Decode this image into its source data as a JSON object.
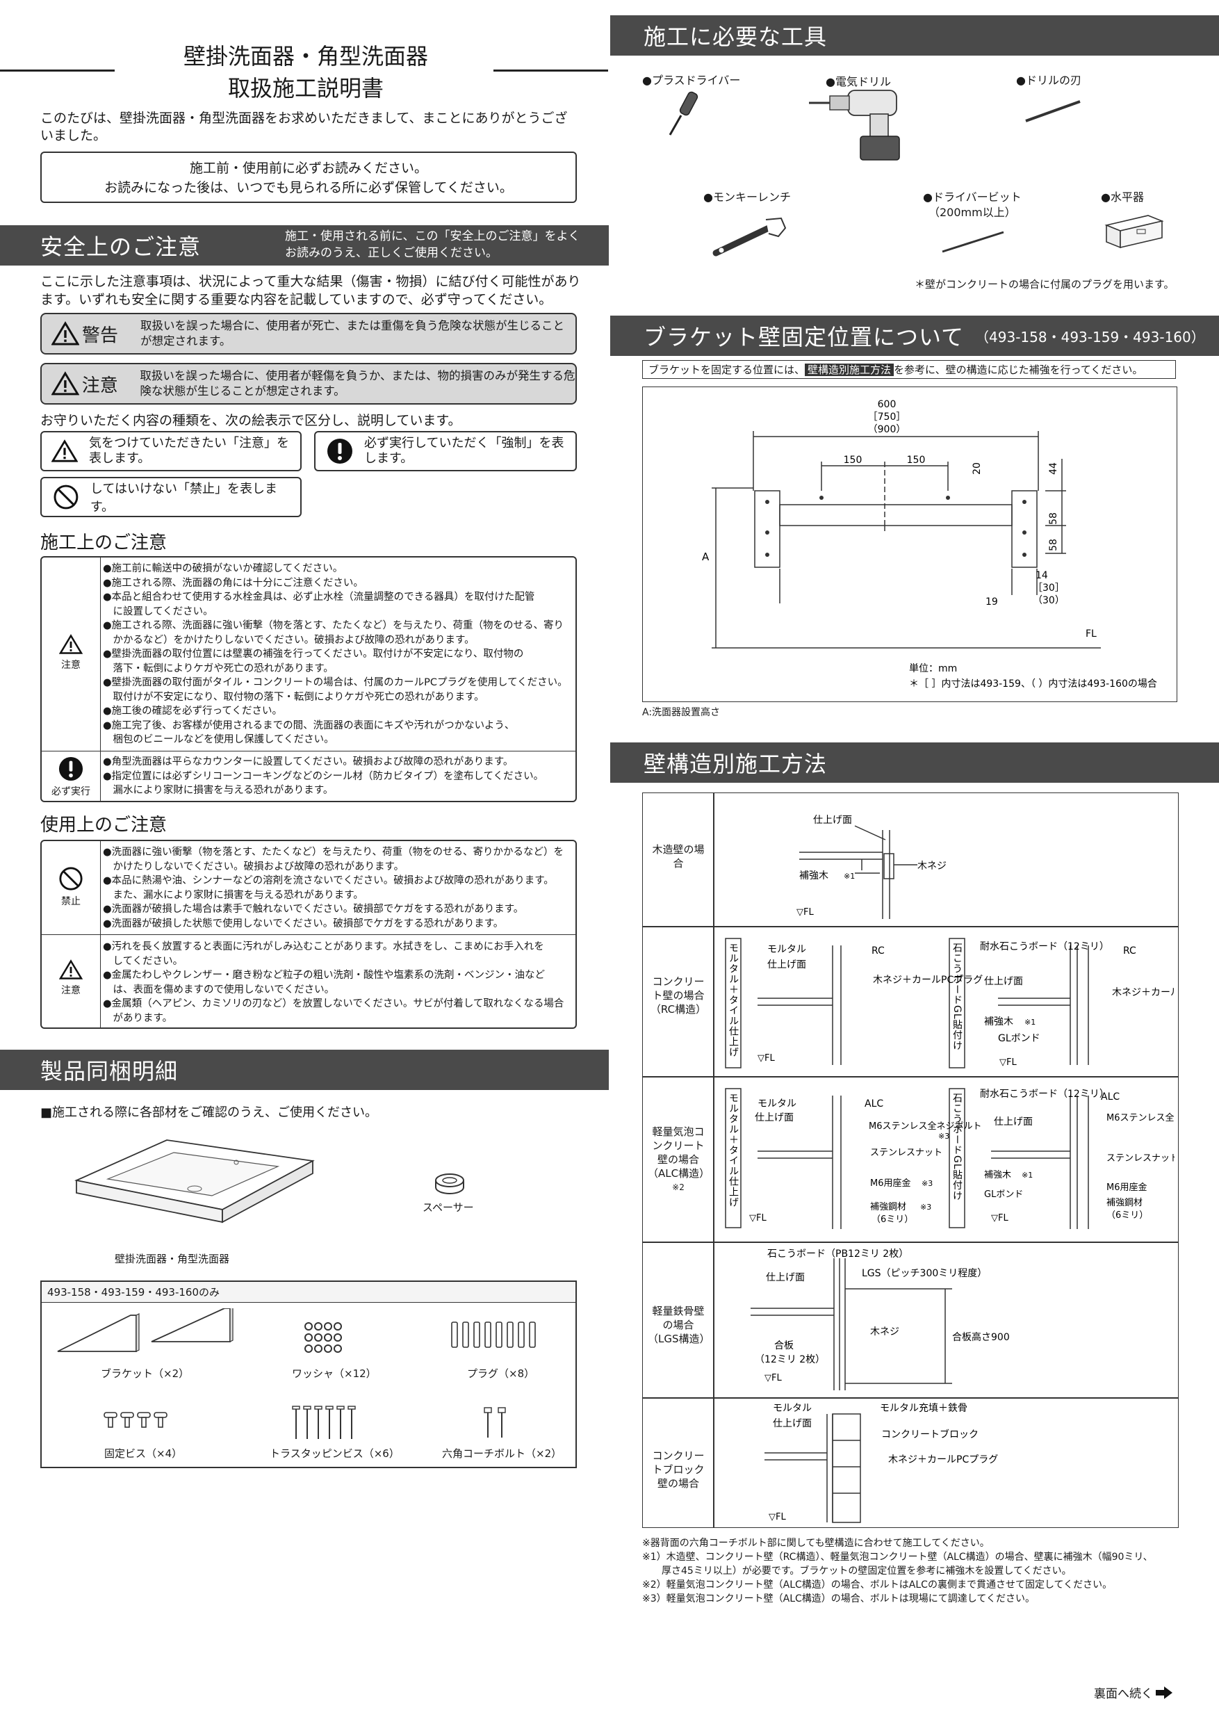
{
  "doc": {
    "title_line1": "壁掛洗面器・角型洗面器",
    "title_line2": "取扱施工説明書",
    "intro": "このたびは、壁掛洗面器・角型洗面器をお求めいただきまして、まことにありがとうございました。",
    "notice_line1": "施工前・使用前に必ずお読みください。",
    "notice_line2": "お読みになった後は、いつでも見られる所に必ず保管してください。",
    "continue": "裏面へ続く"
  },
  "safety": {
    "heading": "安全上のご注意",
    "heading_note": "施工・使用される前に、この「安全上のご注意」をよくお読みのうえ、正しくご使用ください。",
    "lead": "ここに示した注意事項は、状況によって重大な結果（傷害・物損）に結び付く可能性があります。いずれも安全に関する重要な内容を記載していますので、必ず守ってください。",
    "warning_label": "警告",
    "warning_text": "取扱いを誤った場合に、使用者が死亡、または重傷を負う危険な状態が生じることが想定されます。",
    "caution_label": "注意",
    "caution_text": "取扱いを誤った場合に、使用者が軽傷を負うか、または、物的損害のみが発生する危険な状態が生じることが想定されます。",
    "symbols_lead": "お守りいただく内容の種類を、次の絵表示で区分し、説明しています。",
    "sym_caution": "気をつけていただきたい「注意」を表します。",
    "sym_mandatory": "必ず実行していただく「強制」を表します。",
    "sym_prohibit": "してはいけない「禁止」を表します。"
  },
  "install_notes": {
    "heading": "施工上のご注意",
    "caution_label": "注意",
    "caution_items": [
      "●施工前に輸送中の破損がないか確認してください。",
      "●施工される際、洗面器の角には十分にご注意ください。",
      "●本品と組合わせて使用する水栓金具は、必ず止水栓（流量調整のできる器具）を取付けた配管",
      "　に設置してください。",
      "●施工される際、洗面器に強い衝撃（物を落とす、たたくなど）を与えたり、荷重（物をのせる、寄り",
      "　かかるなど）をかけたりしないでください。破損および故障の恐れがあります。",
      "●壁掛洗面器の取付位置には壁裏の補強を行ってください。取付けが不安定になり、取付物の",
      "　落下・転倒によりケガや死亡の恐れがあります。",
      "●壁掛洗面器の取付面がタイル・コンクリートの場合は、付属のカールPCプラグを使用してください。",
      "　取付けが不安定になり、取付物の落下・転倒によりケガや死亡の恐れがあります。",
      "●施工後の確認を必ず行ってください。",
      "●施工完了後、お客様が使用されるまでの間、洗面器の表面にキズや汚れがつかないよう、",
      "　梱包のビニールなどを使用し保護してください。"
    ],
    "mandatory_label": "必ず実行",
    "mandatory_items": [
      "●角型洗面器は平らなカウンターに設置してください。破損および故障の恐れがあります。",
      "●指定位置には必ずシリコーンコーキングなどのシール材（防カビタイプ）を塗布してください。",
      "　漏水により家財に損害を与える恐れがあります。"
    ]
  },
  "use_notes": {
    "heading": "使用上のご注意",
    "prohibit_label": "禁止",
    "prohibit_items": [
      "●洗面器に強い衝撃（物を落とす、たたくなど）を与えたり、荷重（物をのせる、寄りかかるなど）を",
      "　かけたりしないでください。破損および故障の恐れがあります。",
      "●本品に熱湯や油、シンナーなどの溶剤を流さないでください。破損および故障の恐れがあります。",
      "　また、漏水により家財に損害を与える恐れがあります。",
      "●洗面器が破損した場合は素手で触れないでください。破損部でケガをする恐れがあります。",
      "●洗面器が破損した状態で使用しないでください。破損部でケガをする恐れがあります。"
    ],
    "caution_label": "注意",
    "caution_items": [
      "●汚れを長く放置すると表面に汚れがしみ込むことがあります。水拭きをし、こまめにお手入れを",
      "　してください。",
      "●金属たわしやクレンザー・磨き粉など粒子の粗い洗剤・酸性や塩素系の洗剤・ベンジン・油など",
      "　は、表面を傷めますので使用しないでください。",
      "●金属類（ヘアピン、カミソリの刃など）を放置しないでください。サビが付着して取れなくなる場合",
      "　があります。"
    ]
  },
  "contents": {
    "heading": "製品同梱明細",
    "lead": "■施工される際に各部材をご確認のうえ、ご使用ください。",
    "basin_label": "壁掛洗面器・角型洗面器",
    "spacer_label": "スペーサー",
    "parts_header": "493-158・493-159・493-160のみ",
    "bracket": "ブラケット（×2）",
    "washer": "ワッシャ（×12）",
    "plug": "プラグ（×8）",
    "fix_screw": "固定ビス（×4）",
    "truss_screw": "トラスタッピンビス（×6）",
    "coach_bolt": "六角コーチボルト（×2）"
  },
  "tools": {
    "heading": "施工に必要な工具",
    "screwdriver": "●プラスドライバー",
    "drill": "●電気ドリル",
    "drill_bit": "●ドリルの刃",
    "wrench": "●モンキーレンチ",
    "driver_bit": "●ドライバービット",
    "driver_bit_note": "（200mm以上）",
    "level": "●水平器",
    "note": "＊壁がコンクリートの場合に付属のプラグを用います。"
  },
  "bracket_pos": {
    "heading": "ブラケット壁固定位置について",
    "models": "（493-158・493-159・493-160）",
    "lead_pre": "ブラケットを固定する位置には、",
    "lead_tag": "壁構造別施工方法",
    "lead_post": "を参考に、壁の構造に応じた補強を行ってください。",
    "dim_600": "600",
    "dim_750": "［750］",
    "dim_900": "（900）",
    "dim_150a": "150",
    "dim_150b": "150",
    "dim_20": "20",
    "dim_44": "44",
    "dim_58a": "58",
    "dim_58b": "58",
    "dim_14": "14",
    "dim_30a": "［30］",
    "dim_30b": "（30）",
    "dim_19": "19",
    "dim_A": "A",
    "fl": "FL",
    "unit": "単位：mm",
    "unit_note": "＊［ ］内寸法は493-159、（ ）内寸法は493-160の場合",
    "a_note": "A:洗面器設置高さ"
  },
  "wall_methods": {
    "heading": "壁構造別施工方法",
    "row1_label": "木造壁の場合",
    "row2_label": "コンクリート壁の場合（RC構造）",
    "row3_label": "軽量気泡コンクリート壁の場合（ALC構造）",
    "row3_mark": "※2",
    "row4_label": "軽量鉄骨壁の場合（LGS構造）",
    "row5_label": "コンクリートブロック壁の場合",
    "shiagemen": "仕上げ面",
    "mokuneji": "木ネジ",
    "hokyougi": "補強木",
    "mark1": "※1",
    "mark3": "※3",
    "fl": "▽FL",
    "mortar_tile": "モルタル＋タイル仕上げ",
    "board_gl": "石こうボードGL貼付け",
    "mortar": "モルタル",
    "rc": "RC",
    "alc": "ALC",
    "screw_plug": "木ネジ＋カールPCプラグ",
    "taika_board": "耐水石こうボード（12ミリ）",
    "gl_bond": "GLボンド",
    "m6_bolt": "M6ステンレス全ネジボルト",
    "stainless_nut": "ステンレスナット",
    "m6_washer": "M6用座金",
    "hokyo_steel": "補強鋼材",
    "six_mm": "（6ミリ）",
    "gypsum_pb12": "石こうボード（PB12ミリ 2枚）",
    "lgs": "LGS（ピッチ300ミリ程度）",
    "plywood": "合板",
    "plywood_2": "（12ミリ 2枚）",
    "plywood_h": "合板高さ900",
    "mortar_fill": "モルタル充填＋鉄骨",
    "block": "コンクリートブロック",
    "footnote1": "※器背面の六角コーチボルト部に関しても壁構造に合わせて施工してください。",
    "footnote2": "※1）木造壁、コンクリート壁（RC構造）、軽量気泡コンクリート壁（ALC構造）の場合、壁裏に補強木（幅90ミリ、",
    "footnote2b": "　　厚さ45ミリ以上）が必要です。ブラケットの壁固定位置を参考に補強木を設置してください。",
    "footnote3": "※2）軽量気泡コンクリート壁（ALC構造）の場合、ボルトはALCの裏側まで貫通させて固定してください。",
    "footnote4": "※3）軽量気泡コンクリート壁（ALC構造）の場合、ボルトは現場にて調達してください。"
  }
}
